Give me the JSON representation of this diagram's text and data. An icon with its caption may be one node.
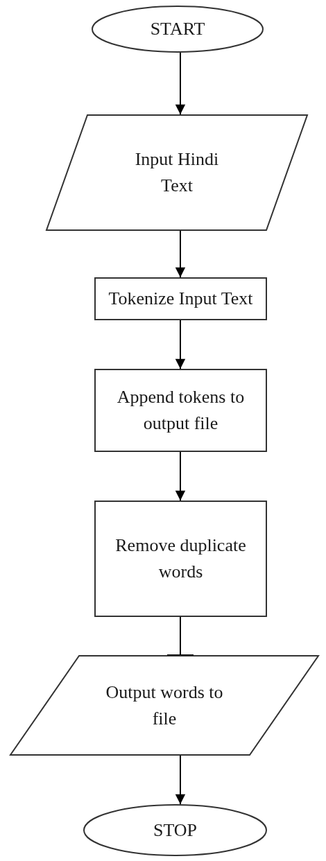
{
  "diagram": {
    "nodes": [
      {
        "text": [
          "START"
        ]
      },
      {
        "text": [
          "Input Hindi Text"
        ]
      },
      {
        "text": [
          "Tokenize Input Text"
        ]
      },
      {
        "text": [
          "Append tokens to output file"
        ]
      },
      {
        "text": [
          "Remove duplicate words"
        ]
      },
      {
        "text": [
          "Output words to file"
        ]
      },
      {
        "text": [
          "STOP"
        ]
      }
    ],
    "edges": [
      {
        "from": 0,
        "to": 1,
        "arrow": "to"
      },
      {
        "from": 1,
        "to": 2,
        "arrow": "to"
      },
      {
        "from": 2,
        "to": 3,
        "arrow": "to"
      },
      {
        "from": 3,
        "to": 4,
        "arrow": "to"
      },
      {
        "from": 4,
        "to": 5,
        "arrow": "other"
      },
      {
        "from": 5,
        "to": 6,
        "arrow": "to"
      }
    ]
  }
}
